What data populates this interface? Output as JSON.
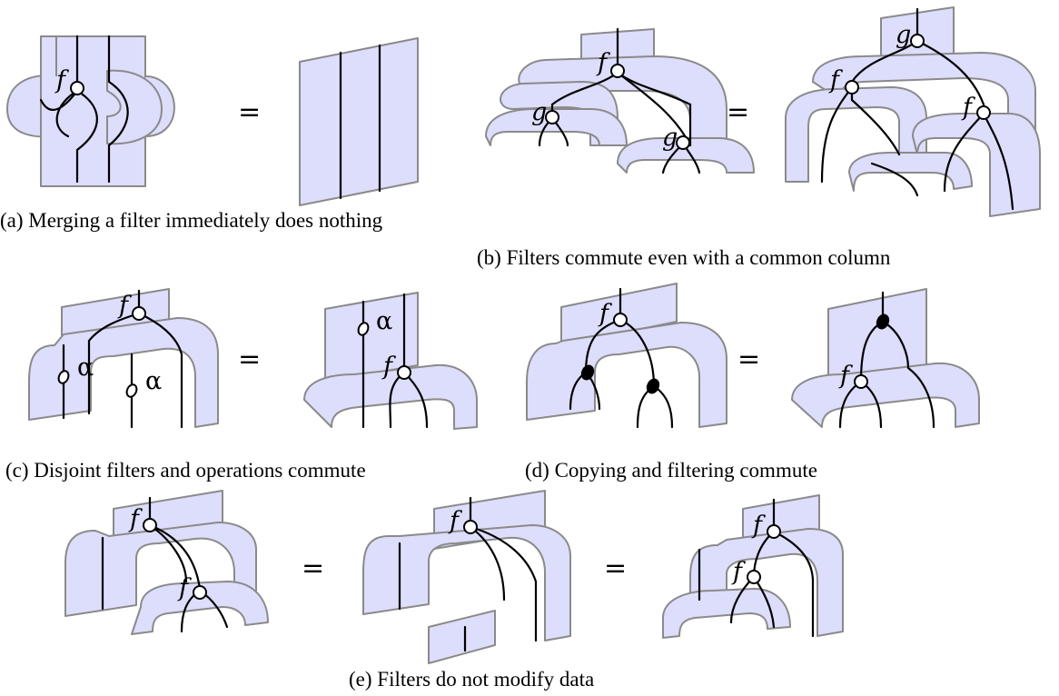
{
  "labels": {
    "f": "f",
    "g": "g",
    "alpha": "α",
    "eq": "="
  },
  "captions": {
    "a": "(a) Merging a filter immediately does nothing",
    "b": "(b) Filters commute even with a common column",
    "c": "(c) Disjoint filters and operations commute",
    "d": "(d) Copying and filtering commute",
    "e": "(e) Filters do not modify data"
  },
  "colors": {
    "sheet": "#ddddfc",
    "sheet_edge": "#8a8a8a",
    "wire": "#000000"
  }
}
